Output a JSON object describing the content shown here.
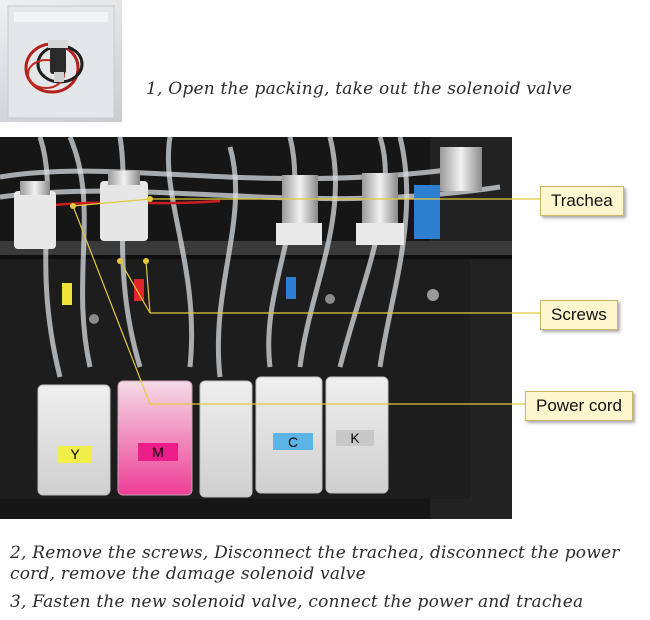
{
  "steps": [
    "1, Open the packing, take out the solenoid valve",
    "2, Remove the screws, Disconnect the trachea, disconnect the power cord, remove the damage  solenoid valve",
    "3, Fasten the new solenoid valve, connect the power and trachea"
  ],
  "callouts": {
    "trachea": "Trachea",
    "screws": "Screws",
    "power_cord": "Power cord"
  },
  "tank_labels": [
    "Y",
    "M",
    "C",
    "K"
  ],
  "colors": {
    "callout_bg": "#fdf6cf",
    "callout_border": "#c9b766",
    "leader_line": "#e3c93c",
    "tank_y": "#f1ee4a",
    "tank_m": "#ec1c89",
    "tank_c": "#5ab4e6",
    "tank_k": "#c8c8c8"
  }
}
